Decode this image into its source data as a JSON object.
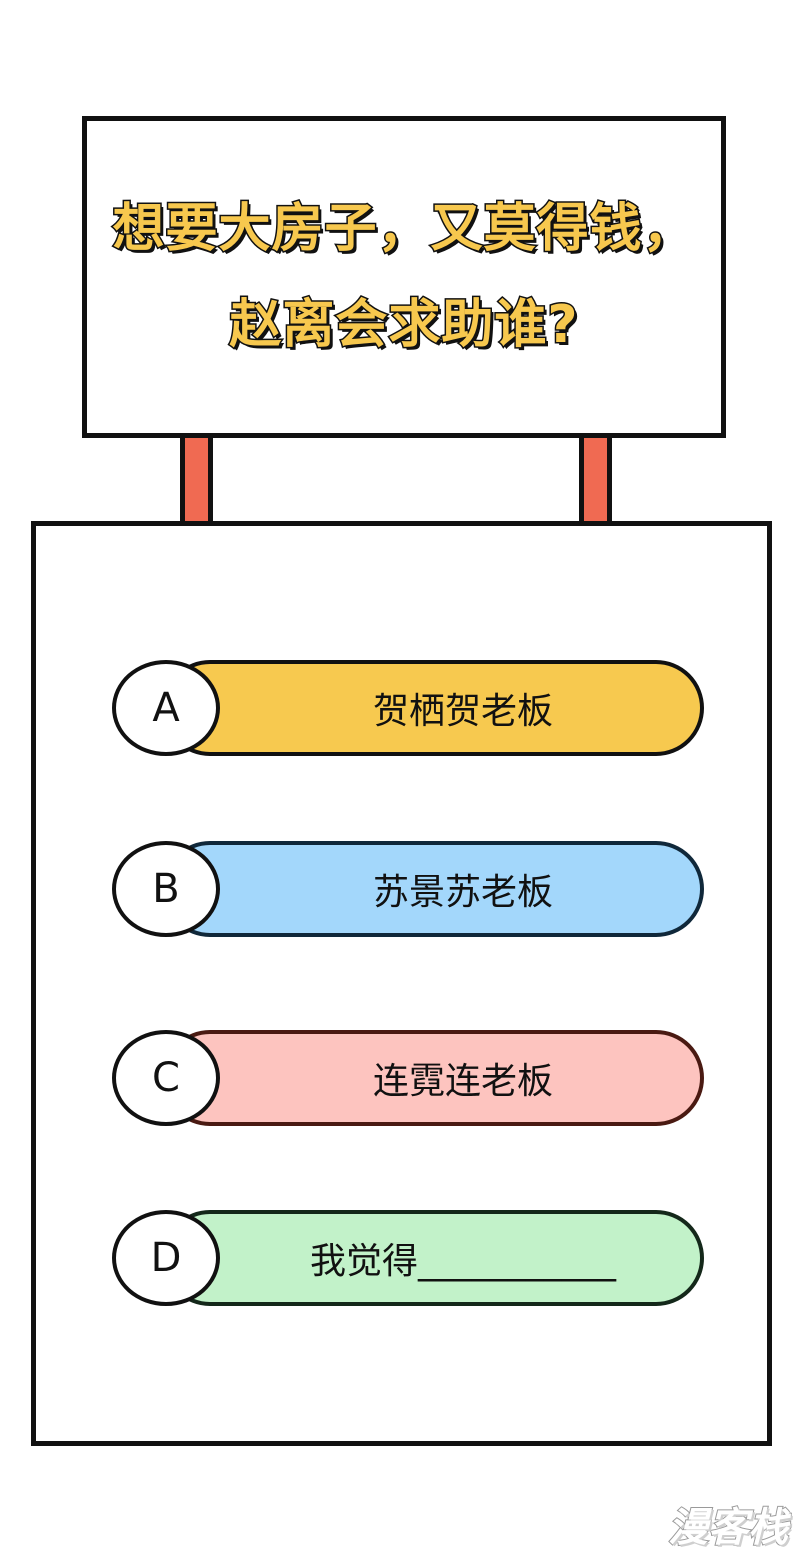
{
  "question": {
    "line1": "想要大房子，又莫得钱，",
    "line2": "赵离会求助谁?"
  },
  "options": [
    {
      "letter": "A",
      "text": "贺栖贺老板",
      "color": "#f7c94f",
      "border": "#111111"
    },
    {
      "letter": "B",
      "text": "苏景苏老板",
      "color": "#a3d7fb",
      "border": "#10283a"
    },
    {
      "letter": "C",
      "text": "连霓连老板",
      "color": "#fdc4bf",
      "border": "#4a1a12"
    },
    {
      "letter": "D",
      "text": "我觉得___________",
      "color": "#c2f2c9",
      "border": "#14281a"
    }
  ],
  "colors": {
    "title_fill": "#f7c84e",
    "post": "#f06a52",
    "outline": "#111111"
  },
  "watermark": "漫客栈"
}
